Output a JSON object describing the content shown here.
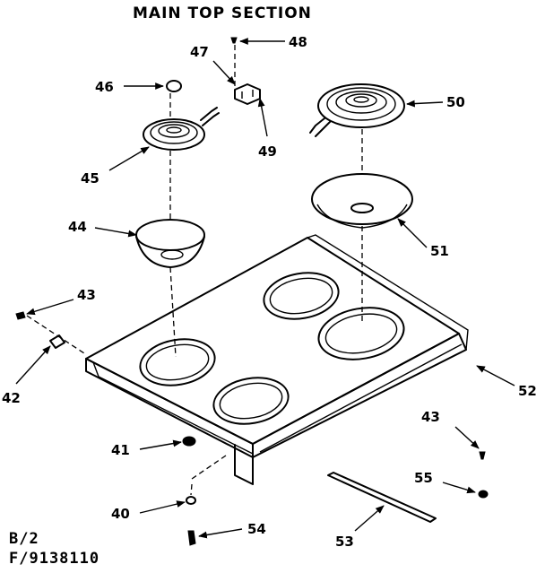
{
  "title": "MAIN TOP SECTION",
  "footer": {
    "sheet": "B/2",
    "model": "F/9138110"
  },
  "callouts": [
    "40",
    "41",
    "42",
    "43",
    "43",
    "44",
    "45",
    "46",
    "47",
    "48",
    "49",
    "50",
    "51",
    "52",
    "53",
    "54",
    "55"
  ]
}
